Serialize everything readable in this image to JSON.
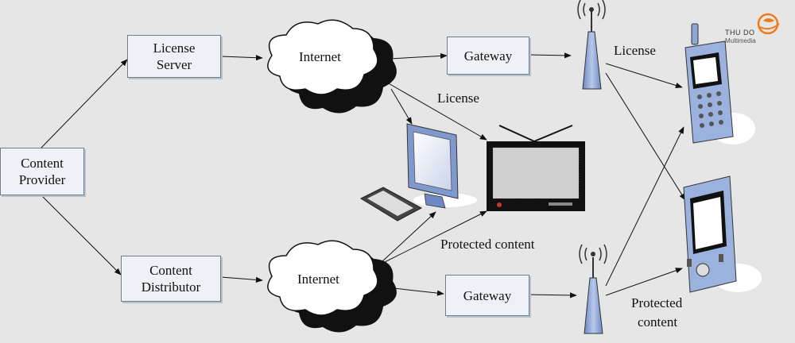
{
  "nodes": {
    "content_provider": [
      "Content",
      "Provider"
    ],
    "license_server": [
      "License",
      "Server"
    ],
    "content_distributor": [
      "Content",
      "Distributor"
    ],
    "internet_top": "Internet",
    "internet_bottom": "Internet",
    "gateway_top": "Gateway",
    "gateway_bottom": "Gateway"
  },
  "edge_labels": {
    "license_center": "License",
    "license_right": "License",
    "protected_center": "Protected content",
    "protected_right": [
      "Protected",
      "content"
    ]
  },
  "logo": {
    "line1": "THU DO",
    "line2": "Multimedia"
  },
  "colors": {
    "background": "#e6e6e6",
    "box_fill": "#eef1f6",
    "device_blue": "#8fa7d6",
    "logo_orange": "#f07a1a"
  }
}
